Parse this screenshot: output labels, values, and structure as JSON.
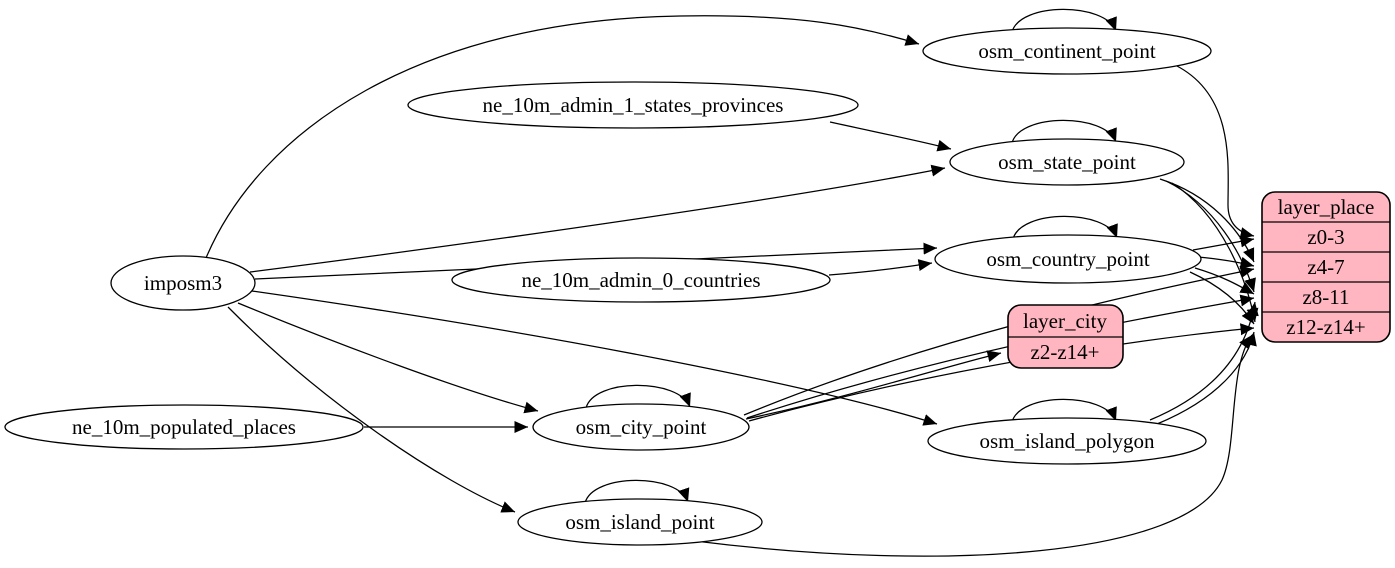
{
  "colors": {
    "background": "#ffffff",
    "table_node_fill": "#ffffff",
    "layer_node_fill": "#ffb6c1",
    "stroke": "#000000"
  },
  "nodes": {
    "imposm3": {
      "label": "imposm3"
    },
    "ne_10m_admin_1_states_provinces": {
      "label": "ne_10m_admin_1_states_provinces"
    },
    "ne_10m_admin_0_countries": {
      "label": "ne_10m_admin_0_countries"
    },
    "ne_10m_populated_places": {
      "label": "ne_10m_populated_places"
    },
    "osm_continent_point": {
      "label": "osm_continent_point"
    },
    "osm_state_point": {
      "label": "osm_state_point"
    },
    "osm_country_point": {
      "label": "osm_country_point"
    },
    "osm_city_point": {
      "label": "osm_city_point"
    },
    "osm_island_polygon": {
      "label": "osm_island_polygon"
    },
    "osm_island_point": {
      "label": "osm_island_point"
    },
    "layer_city": {
      "title": "layer_city",
      "rows": [
        "z2-z14+"
      ]
    },
    "layer_place": {
      "title": "layer_place",
      "rows": [
        "z0-3",
        "z4-7",
        "z8-11",
        "z12-z14+"
      ]
    }
  },
  "edges": [
    {
      "from": "imposm3",
      "to": "osm_continent_point"
    },
    {
      "from": "imposm3",
      "to": "osm_state_point"
    },
    {
      "from": "imposm3",
      "to": "osm_country_point"
    },
    {
      "from": "imposm3",
      "to": "osm_city_point"
    },
    {
      "from": "imposm3",
      "to": "osm_island_polygon"
    },
    {
      "from": "imposm3",
      "to": "osm_island_point"
    },
    {
      "from": "ne_10m_admin_1_states_provinces",
      "to": "osm_state_point"
    },
    {
      "from": "ne_10m_admin_0_countries",
      "to": "osm_country_point"
    },
    {
      "from": "ne_10m_populated_places",
      "to": "osm_city_point"
    },
    {
      "from": "osm_continent_point",
      "to": "layer_place:z0-3"
    },
    {
      "from": "osm_country_point",
      "to": "layer_place:z0-3"
    },
    {
      "from": "osm_country_point",
      "to": "layer_place:z4-7"
    },
    {
      "from": "osm_country_point",
      "to": "layer_place:z8-11"
    },
    {
      "from": "osm_country_point",
      "to": "layer_place:z12-z14+"
    },
    {
      "from": "osm_state_point",
      "to": "layer_place:z4-7"
    },
    {
      "from": "osm_state_point",
      "to": "layer_place:z8-11"
    },
    {
      "from": "osm_state_point",
      "to": "layer_place:z12-z14+"
    },
    {
      "from": "osm_city_point",
      "to": "layer_city:z2-z14+"
    },
    {
      "from": "osm_city_point",
      "to": "layer_place:z4-7"
    },
    {
      "from": "osm_city_point",
      "to": "layer_place:z8-11"
    },
    {
      "from": "osm_city_point",
      "to": "layer_place:z12-z14+"
    },
    {
      "from": "osm_island_polygon",
      "to": "layer_place:z8-11"
    },
    {
      "from": "osm_island_polygon",
      "to": "layer_place:z12-z14+"
    },
    {
      "from": "osm_island_point",
      "to": "layer_place:z12-z14+"
    }
  ],
  "self_loop_tables": [
    "osm_continent_point",
    "osm_state_point",
    "osm_country_point",
    "osm_city_point",
    "osm_island_polygon",
    "osm_island_point"
  ]
}
